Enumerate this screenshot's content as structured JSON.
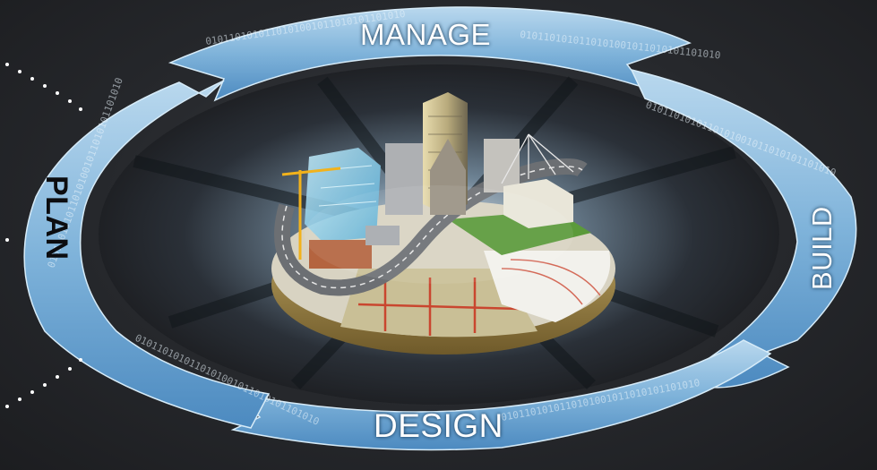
{
  "diagram": {
    "stages": {
      "manage": "MANAGE",
      "build": "BUILD",
      "design": "DESIGN",
      "plan": "PLAN"
    },
    "colors": {
      "ring_light": "#a8cde8",
      "ring_mid": "#6fa7d2",
      "ring_dark": "#3f7cb2",
      "background": "#26282c",
      "ground_green": "#5b9a3a",
      "building_glass": "#8fd7f0"
    },
    "decorative_binary": "0101101010110101001011010101101010"
  }
}
